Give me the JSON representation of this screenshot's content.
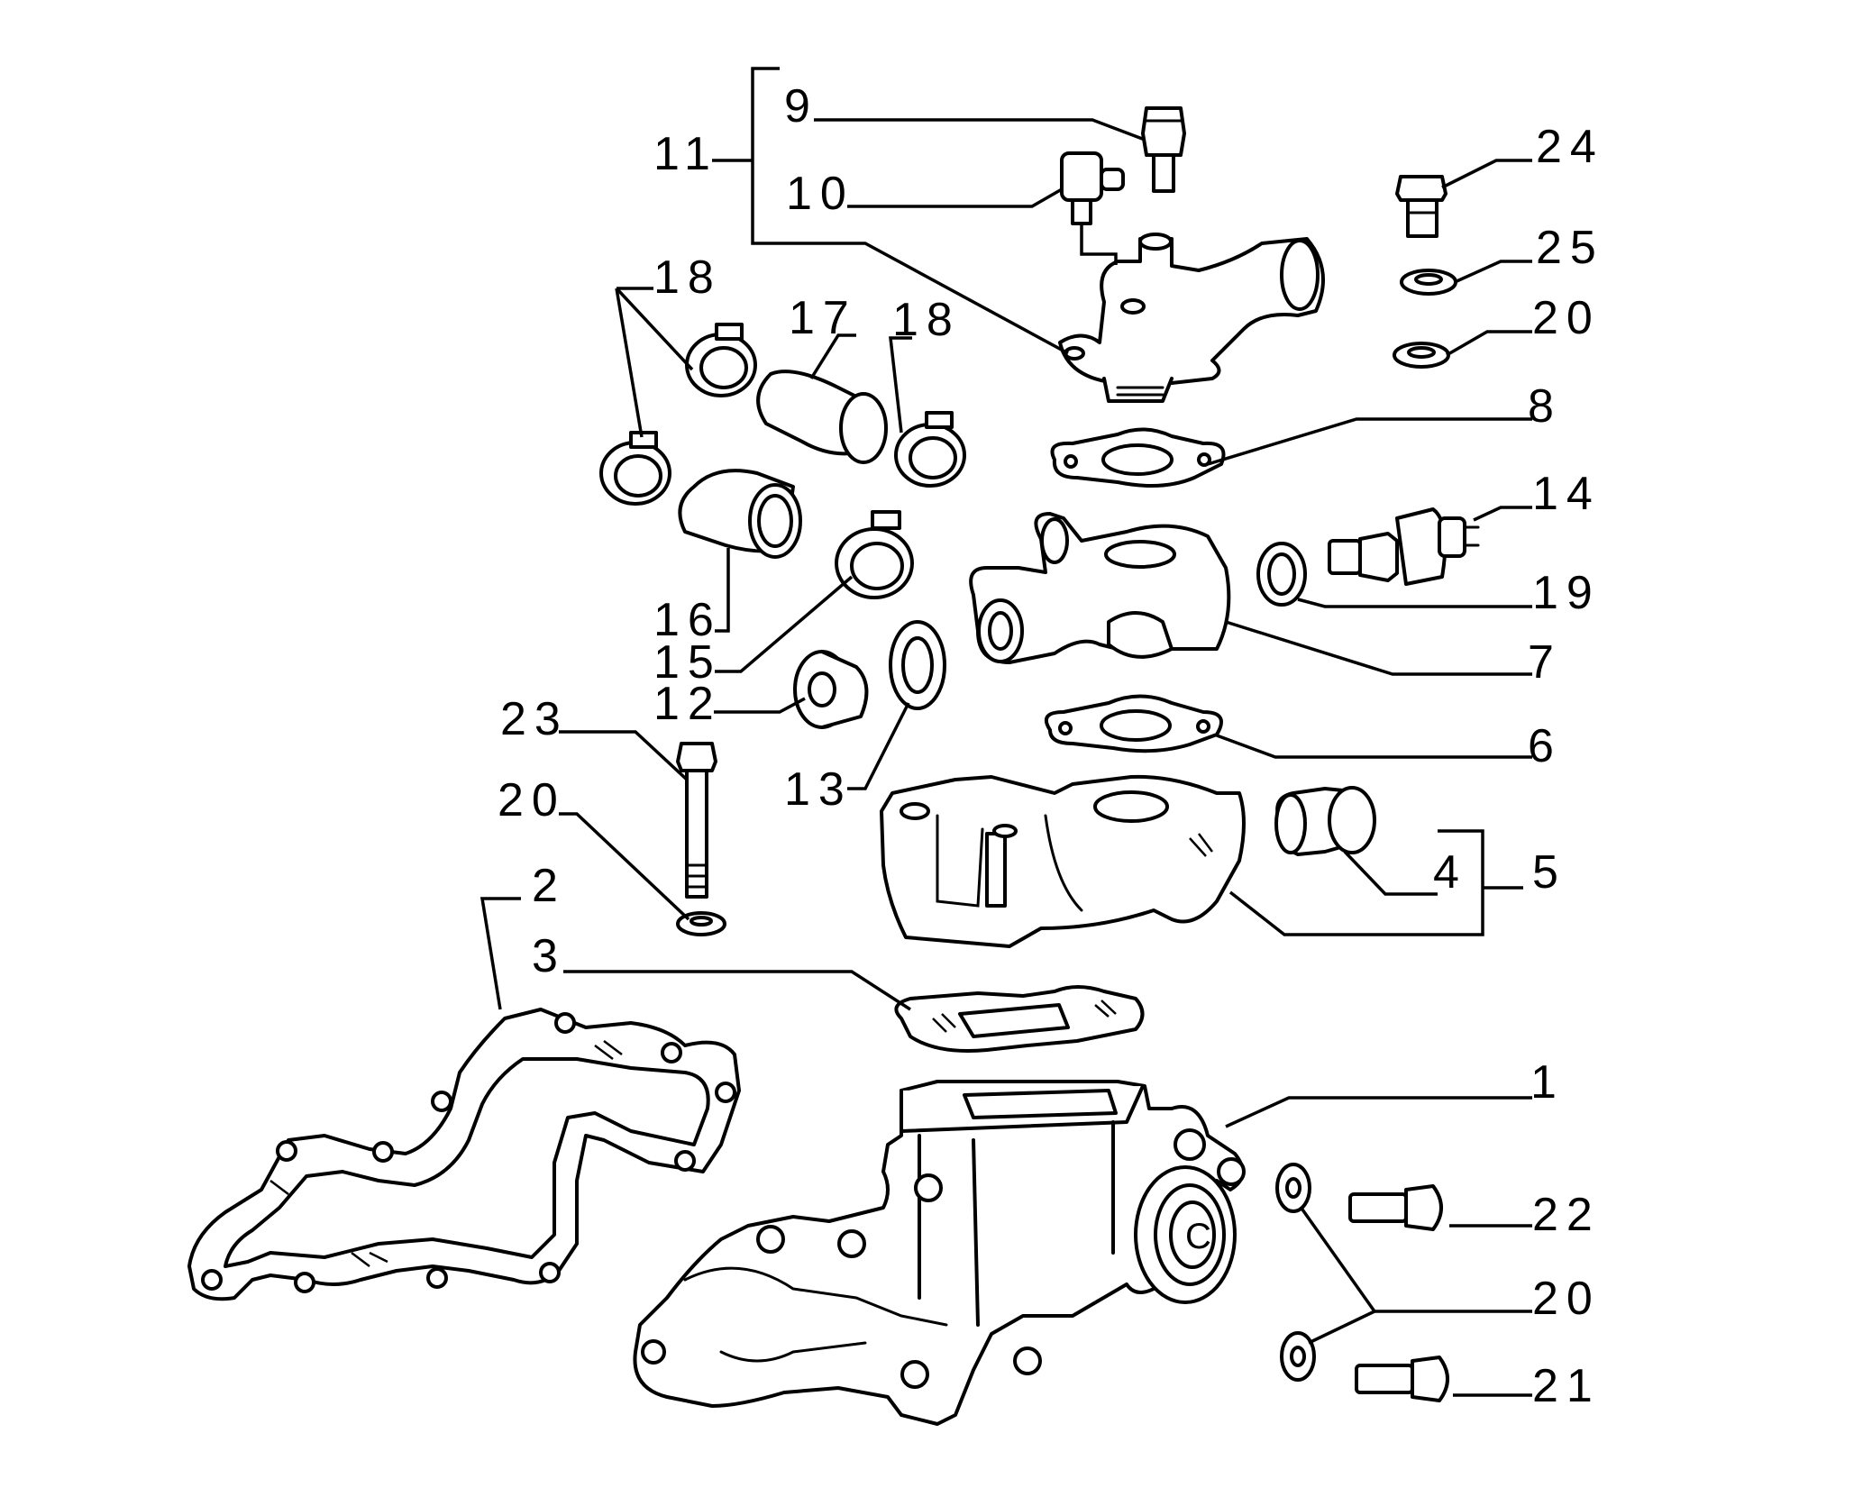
{
  "diagram": {
    "callouts": {
      "c1": "1",
      "c2": "2",
      "c3": "3",
      "c4": "4",
      "c5": "5",
      "c6": "6",
      "c7": "7",
      "c8": "8",
      "c9": "9",
      "c10": "10",
      "c11": "11",
      "c12": "12",
      "c13": "13",
      "c14": "14",
      "c15": "15",
      "c16": "16",
      "c17": "17",
      "c18a": "18",
      "c18b": "18",
      "c19": "19",
      "c20a": "20",
      "c20b": "20",
      "c20c": "20",
      "c21": "21",
      "c22": "22",
      "c23": "23",
      "c24": "24",
      "c25": "25"
    },
    "ink_color": "#000000",
    "paper_color": "#ffffff"
  }
}
